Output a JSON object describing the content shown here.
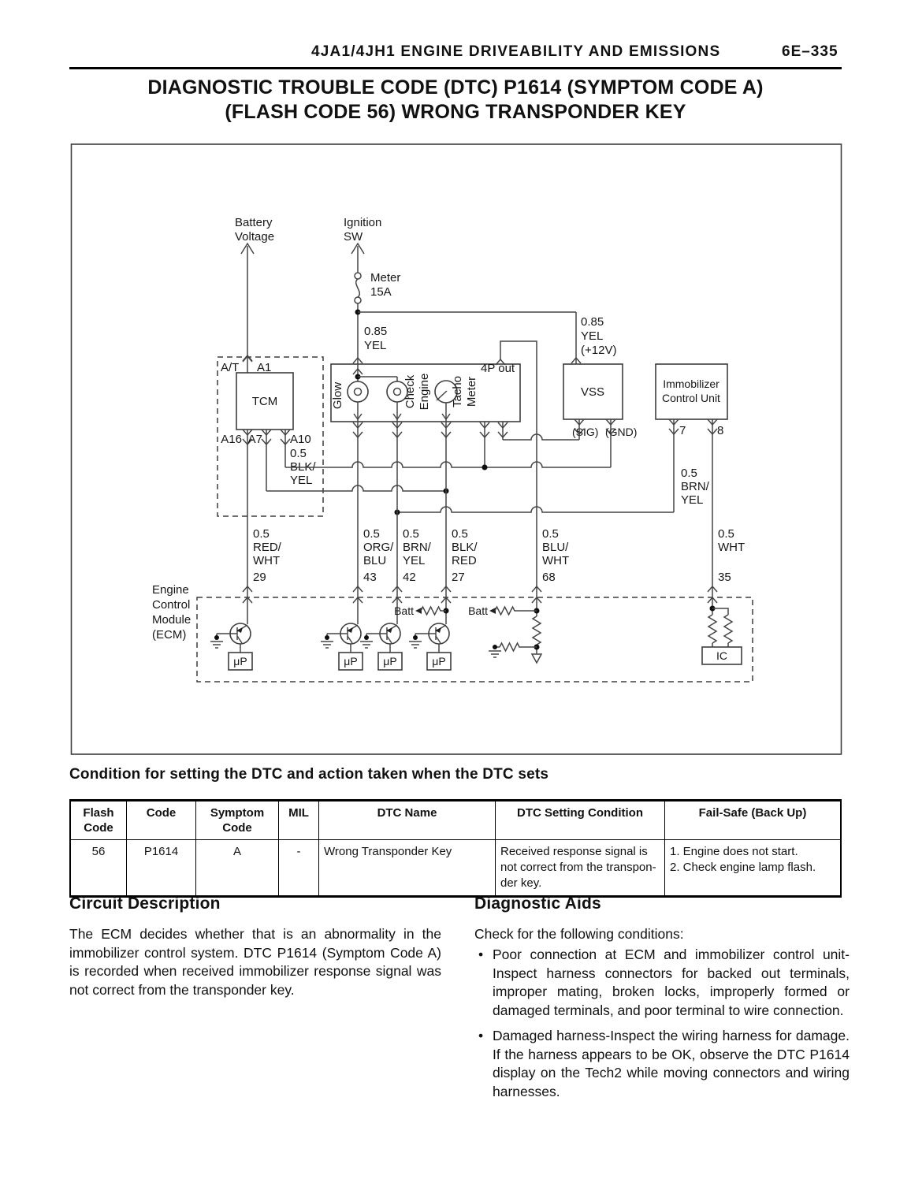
{
  "header": {
    "title": "4JA1/4JH1 ENGINE DRIVEABILITY AND EMISSIONS",
    "page": "6E–335"
  },
  "title": {
    "line1": "DIAGNOSTIC TROUBLE CODE (DTC) P1614 (SYMPTOM CODE A)",
    "line2": "(FLASH CODE 56) WRONG TRANSPONDER KEY"
  },
  "diagram": {
    "battery": [
      "Battery",
      "Voltage"
    ],
    "ignition": [
      "Ignition",
      "SW"
    ],
    "fuse": [
      "Meter",
      "15A"
    ],
    "yel085": [
      "0.85",
      "YEL"
    ],
    "yel12": [
      "0.85",
      "YEL",
      "(+12V)"
    ],
    "at_label": "A/T",
    "tcm": "TCM",
    "a1": "A1",
    "a16": "A16",
    "a7": "A7",
    "a10": "A10",
    "blkyel": [
      "0.5",
      "BLK/",
      "YEL"
    ],
    "glow": "Glow",
    "check": [
      "Check",
      "Engine"
    ],
    "tacho": [
      "Tacho",
      "Meter"
    ],
    "fourp": "4P out",
    "vss": "VSS",
    "sig": "(SIG)",
    "gnd": "(GND)",
    "immo": [
      "Immobilizer",
      "Control Unit"
    ],
    "p7": "7",
    "p8": "8",
    "brnyel_r": [
      "0.5",
      "BRN/",
      "YEL"
    ],
    "w29": [
      "0.5",
      "RED/",
      "WHT"
    ],
    "pin29": "29",
    "w43": [
      "0.5",
      "ORG/",
      "BLU"
    ],
    "pin43": "43",
    "w42": [
      "0.5",
      "BRN/",
      "YEL"
    ],
    "pin42": "42",
    "w27": [
      "0.5",
      "BLK/",
      "RED"
    ],
    "pin27": "27",
    "w68": [
      "0.5",
      "BLU/",
      "WHT"
    ],
    "pin68": "68",
    "w35": [
      "0.5",
      "WHT"
    ],
    "pin35": "35",
    "ecm": [
      "Engine",
      "Control",
      "Module",
      "(ECM)"
    ],
    "batt": "Batt",
    "micro": "μP",
    "ic": "IC"
  },
  "condition": {
    "heading": "Condition for setting the DTC and action taken when the DTC sets",
    "table": {
      "headers": [
        "Flash Code",
        "Code",
        "Symptom Code",
        "MIL",
        "DTC Name",
        "DTC Setting Condition",
        "Fail-Safe (Back Up)"
      ],
      "row": {
        "flash_code": "56",
        "code": "P1614",
        "symptom_code": "A",
        "mil": "-",
        "dtc_name": "Wrong Transponder Key",
        "setting_condition": [
          "Received response signal is",
          "not correct from the transpon-",
          "der key."
        ],
        "fail_safe": [
          "1. Engine does not start.",
          "2. Check engine lamp flash."
        ]
      }
    }
  },
  "circuit_description": {
    "heading": "Circuit Description",
    "body": "The ECM decides whether that is an abnormality in the immobilizer control system. DTC P1614 (Symptom Code A) is recorded when received immobilizer response signal was not correct from the transponder key."
  },
  "diagnostic_aids": {
    "heading": "Diagnostic Aids",
    "intro": "Check for the following conditions:",
    "bullets": [
      "Poor connection at ECM and immobilizer control unit-Inspect harness connectors for backed out terminals, improper mating, broken locks, improperly formed or damaged terminals, and poor terminal to wire connection.",
      "Damaged harness-Inspect the wiring harness for damage. If the harness appears to be OK, observe the DTC P1614 display on the Tech2 while moving connectors and wiring harnesses."
    ]
  }
}
